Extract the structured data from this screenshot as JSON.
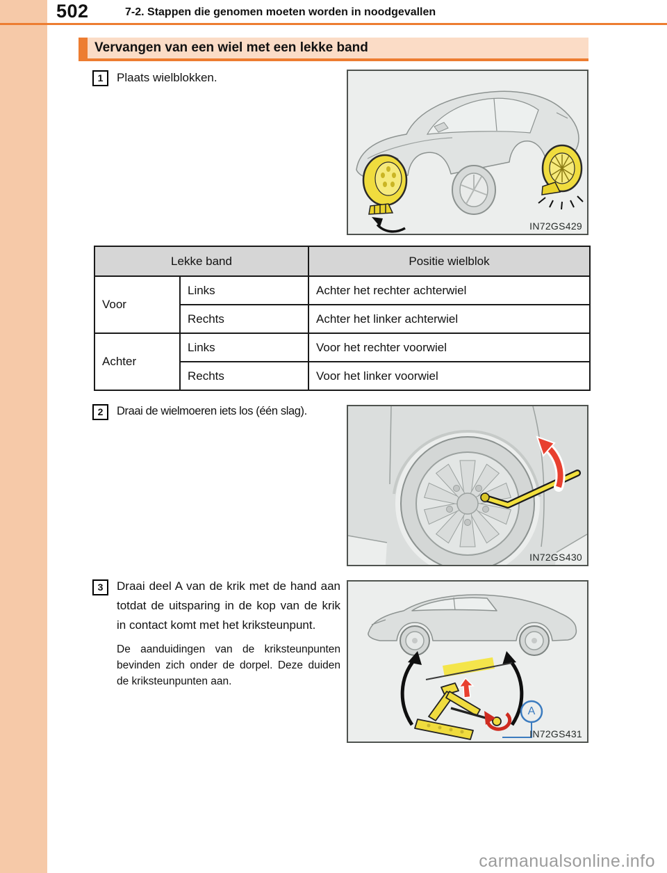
{
  "page": {
    "number": "502",
    "chapter_header": "7-2. Stappen die genomen moeten worden in noodgevallen",
    "watermark": "carmanualsonline.info"
  },
  "section": {
    "title": "Vervangen van een wiel met een lekke band"
  },
  "steps": [
    {
      "number": "1",
      "text": "Plaats wielblokken.",
      "figure_label": "IN72GS429"
    },
    {
      "number": "2",
      "text": "Draai de wielmoeren iets los (één slag).",
      "figure_label": "IN72GS430"
    },
    {
      "number": "3",
      "text": "Draai deel A van de krik met de hand aan totdat de uitsparing in de kop van de krik in contact komt met het kriksteunpunt.",
      "note": "De aanduidingen van de kriksteunpunten bevinden zich onder de dorpel. Deze duiden de kriksteunpunten aan.",
      "figure_label": "IN72GS431",
      "callout_letter": "A"
    }
  ],
  "table": {
    "headers": [
      "Lekke band",
      "Positie wielblok"
    ],
    "row_groups": [
      {
        "label": "Voor",
        "rows": [
          {
            "side": "Links",
            "position": "Achter het rechter achterwiel"
          },
          {
            "side": "Rechts",
            "position": "Achter het linker achterwiel"
          }
        ]
      },
      {
        "label": "Achter",
        "rows": [
          {
            "side": "Links",
            "position": "Voor het rechter voorwiel"
          },
          {
            "side": "Rechts",
            "position": "Voor het linker voorwiel"
          }
        ]
      }
    ]
  },
  "colors": {
    "accent_orange": "#ED7D31",
    "margin_strip_peach": "#F6C9A8",
    "section_title_bg": "#FBDCC6",
    "table_header_bg": "#D6D6D6",
    "figure_bg": "#ECEEED",
    "highlight_yellow": "#F0DC3E",
    "arrow_red": "#E8402F",
    "callout_blue": "#3B7BBF"
  }
}
